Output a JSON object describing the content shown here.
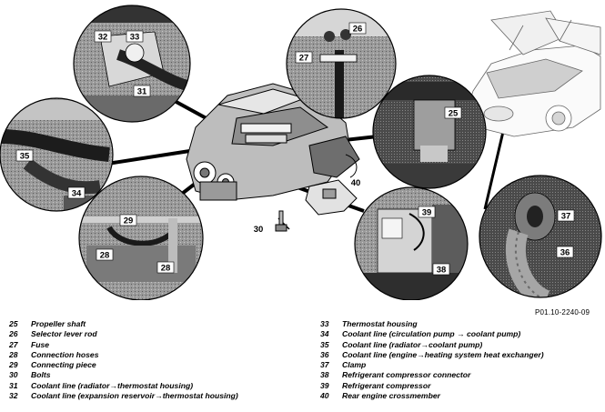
{
  "callouts": {
    "c25": "25",
    "c26": "26",
    "c27": "27",
    "c28a": "28",
    "c28b": "28",
    "c29": "29",
    "c30": "30",
    "c31": "31",
    "c32": "32",
    "c33": "33",
    "c34": "34",
    "c35": "35",
    "c36": "36",
    "c37": "37",
    "c38": "38",
    "c39": "39",
    "c40": "40"
  },
  "doc_code": "P01.10-2240-09",
  "legend_left": [
    {
      "num": "25",
      "text": "Propeller shaft"
    },
    {
      "num": "26",
      "text": "Selector lever rod"
    },
    {
      "num": "27",
      "text": "Fuse"
    },
    {
      "num": "28",
      "text": "Connection hoses"
    },
    {
      "num": "29",
      "text": "Connecting piece"
    },
    {
      "num": "30",
      "text": "Bolts"
    },
    {
      "num": "31",
      "text": "Coolant line  (radiator→thermostat housing)"
    },
    {
      "num": "32",
      "text": "Coolant line  (expansion reservoir→thermostat housing)"
    }
  ],
  "legend_right": [
    {
      "num": "33",
      "text": "Thermostat housing"
    },
    {
      "num": "34",
      "text": "Coolant line  (circulation pump → coolant pump)"
    },
    {
      "num": "35",
      "text": "Coolant line  (radiator→coolant pump)"
    },
    {
      "num": "36",
      "text": "Coolant line  (engine→heating system  heat exchanger)"
    },
    {
      "num": "37",
      "text": "Clamp"
    },
    {
      "num": "38",
      "text": "Refrigerant compressor connector"
    },
    {
      "num": "39",
      "text": "Refrigerant compressor"
    },
    {
      "num": "40",
      "text": "Rear engine crossmember"
    }
  ]
}
